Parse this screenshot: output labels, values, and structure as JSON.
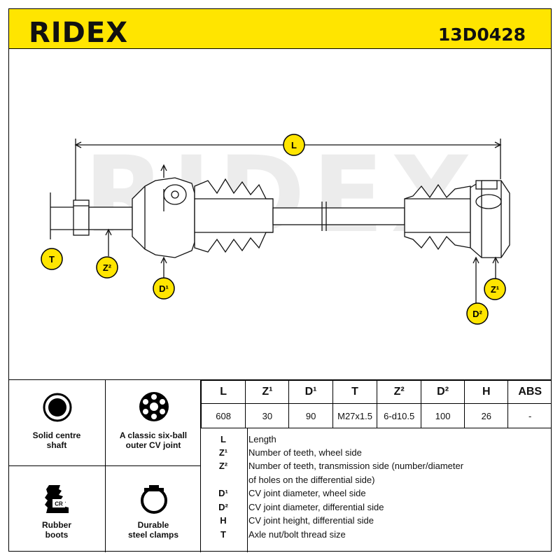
{
  "header": {
    "brand": "RIDEX",
    "part_number": "13D0428"
  },
  "diagram": {
    "watermark": "RIDEX",
    "labels": {
      "L": "L",
      "T": "T",
      "Z2_left": "Z²",
      "D1": "D¹",
      "Z1": "Z¹",
      "D2": "D²"
    }
  },
  "features": [
    {
      "icon": "solid-shaft-icon",
      "line1": "Solid centre",
      "line2": "shaft"
    },
    {
      "icon": "six-ball-joint-icon",
      "line1": "A classic six-ball",
      "line2": "outer CV joint"
    },
    {
      "icon": "rubber-boot-icon",
      "line1": "Rubber",
      "line2": "boots",
      "badge": "CR"
    },
    {
      "icon": "steel-clamp-icon",
      "line1": "Durable",
      "line2": "steel clamps"
    }
  ],
  "specs": {
    "headers": [
      "L",
      "Z¹",
      "D¹",
      "T",
      "Z²",
      "D²",
      "H",
      "ABS"
    ],
    "values": [
      "608",
      "30",
      "90",
      "M27x1.5",
      "6-d10.5",
      "100",
      "26",
      "-"
    ]
  },
  "legend": [
    {
      "key": "L",
      "desc": "Length"
    },
    {
      "key": "Z¹",
      "desc": "Number of teeth, wheel side"
    },
    {
      "key": "Z²",
      "desc": "Number of teeth, transmission side (number/diameter"
    },
    {
      "key": "",
      "desc": "of holes on the differential side)"
    },
    {
      "key": "D¹",
      "desc": "CV joint diameter, wheel side"
    },
    {
      "key": "D²",
      "desc": "CV joint diameter, differential side"
    },
    {
      "key": "H",
      "desc": "CV joint height, differential side"
    },
    {
      "key": "T",
      "desc": "Axle nut/bolt thread size"
    }
  ]
}
